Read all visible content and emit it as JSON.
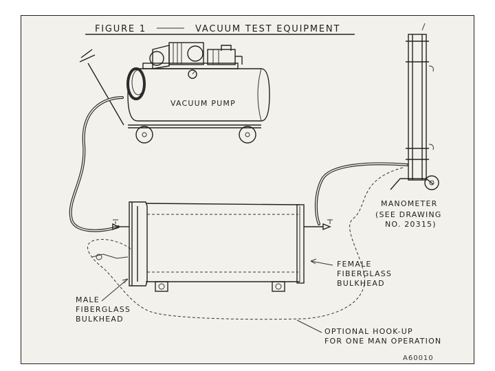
{
  "figure": {
    "title_left": "FIGURE 1",
    "title_right": "VACUUM TEST EQUIPMENT",
    "code": "A60010"
  },
  "labels": {
    "vacuum_pump": "VACUUM PUMP",
    "manometer": "MANOMETER",
    "manometer_ref_1": "(SEE DRAWING",
    "manometer_ref_2": "NO. 20315)",
    "female_1": "FEMALE",
    "female_2": "FIBERGLASS",
    "female_3": "BULKHEAD",
    "male_1": "MALE",
    "male_2": "FIBERGLASS",
    "male_3": "BULKHEAD",
    "optional_1": "OPTIONAL HOOK-UP",
    "optional_2": "FOR ONE MAN OPERATION"
  }
}
